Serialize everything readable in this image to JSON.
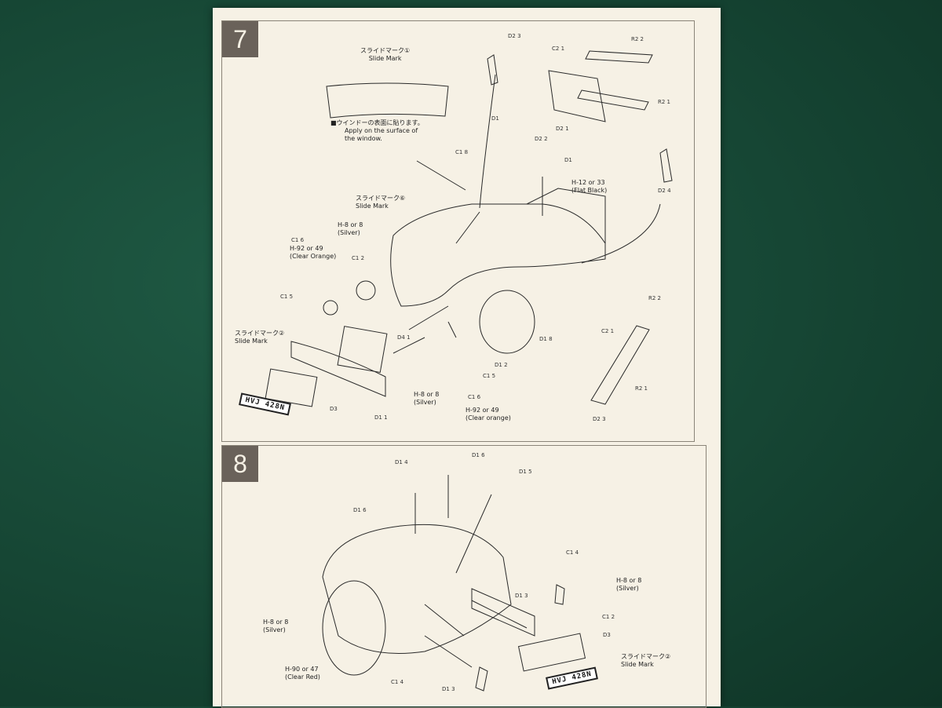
{
  "step7": {
    "number": "7",
    "slide1_jp": "スライドマーク①",
    "slide1_en": "Slide Mark",
    "window_note_jp": "■ウインドーの表面に貼ります。",
    "window_note_en1": "Apply on the surface of",
    "window_note_en2": "the window.",
    "slide6_jp": "スライドマーク⑥",
    "slide6_en": "Slide Mark",
    "slide2_jp": "スライドマーク②",
    "slide2_en": "Slide Mark",
    "h8_silver_a": "H-8 or 8",
    "silver_a": "(Silver)",
    "h92_orange_a": "H-92 or 49",
    "clear_orange_a": "(Clear Orange)",
    "h12_black": "H-12 or 33",
    "flat_black": "(Flat Black)",
    "h8_silver_b": "H-8 or 8",
    "silver_b": "(Silver)",
    "h92_orange_b": "H-92 or 49",
    "clear_orange_b": "(Clear orange)",
    "plate_text": "HVJ 428N",
    "parts": {
      "d2_3_top": "D2 3",
      "c2_1_top": "C2 1",
      "r2_2_top": "R2 2",
      "r2_1_top": "R2 1",
      "d2_1": "D2 1",
      "d1_a": "D1",
      "d2_2": "D2 2",
      "d1_b": "D1",
      "c1_8": "C1 8",
      "d2_4": "D2 4",
      "c1_6_a": "C1 6",
      "c1_2": "C1 2",
      "c1_5_a": "C1 5",
      "d4_1": "D4 1",
      "d3": "D3",
      "d1_1": "D1 1",
      "d1_8": "D1 8",
      "d1_2": "D1 2",
      "c1_5_b": "C1 5",
      "c1_6_b": "C1 6",
      "r2_2_side": "R2 2",
      "c2_1_side": "C2 1",
      "r2_1_side": "R2 1",
      "d2_3_side": "D2 3"
    }
  },
  "step8": {
    "number": "8",
    "h8_silver_a": "H-8 or 8",
    "silver_a": "(Silver)",
    "h8_silver_b": "H-8 or 8",
    "silver_b": "(Silver)",
    "h90_red": "H-90 or 47",
    "clear_red": "(Clear Red)",
    "slide2_jp": "スライドマーク②",
    "slide2_en": "Slide Mark",
    "plate_text": "HVJ 428N",
    "parts": {
      "d1_4": "D1 4",
      "d1_6_top": "D1 6",
      "d1_5": "D1 5",
      "d1_6_left": "D1 6",
      "c1_4_right": "C1 4",
      "d1_3_mid": "D1 3",
      "c1_2": "C1 2",
      "d3": "D3",
      "c1_4_bottom": "C1 4",
      "d1_3_bottom": "D1 3"
    }
  }
}
